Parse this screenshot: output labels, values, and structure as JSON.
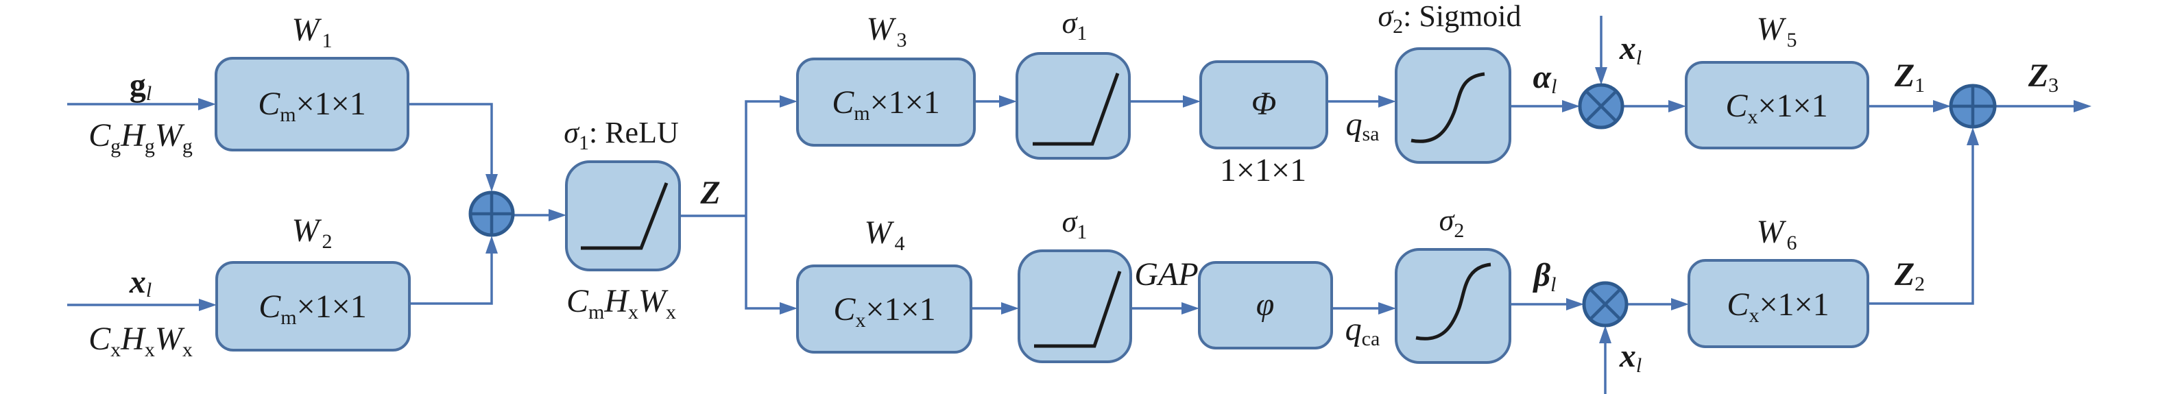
{
  "diagram": {
    "description": "Attention gate block with spatial and channel attention branches",
    "colors": {
      "box_fill": "#b3cfe6",
      "box_stroke": "#4a6fa0",
      "wire": "#4a72b0",
      "node_fill": "#5b8fcb",
      "node_stroke": "#2e5a8e",
      "curve": "#1a1a1a"
    },
    "inputs": {
      "g": {
        "symbol": "g",
        "sub": "l",
        "dims": [
          {
            "main": "C",
            "sub": "g"
          },
          {
            "main": "H",
            "sub": "g"
          },
          {
            "main": "W",
            "sub": "g"
          }
        ]
      },
      "x": {
        "symbol": "x",
        "sub": "l",
        "dims": [
          {
            "main": "C",
            "sub": "x"
          },
          {
            "main": "H",
            "sub": "x"
          },
          {
            "main": "W",
            "sub": "x"
          }
        ]
      }
    },
    "blocks": {
      "w1": {
        "title_main": "W",
        "title_sub": "1",
        "content_main": "C",
        "content_sub": "m",
        "content_rest": "×1×1"
      },
      "w2": {
        "title_main": "W",
        "title_sub": "2",
        "content_main": "C",
        "content_sub": "m",
        "content_rest": "×1×1"
      },
      "w3": {
        "title_main": "W",
        "title_sub": "3",
        "content_main": "C",
        "content_sub": "m",
        "content_rest": "×1×1"
      },
      "w4": {
        "title_main": "W",
        "title_sub": "4",
        "content_main": "C",
        "content_sub": "x",
        "content_rest": "×1×1"
      },
      "w5": {
        "title_main": "W",
        "title_sub": "5",
        "content_main": "C",
        "content_sub": "x",
        "content_rest": "×1×1"
      },
      "w6": {
        "title_main": "W",
        "title_sub": "6",
        "content_main": "C",
        "content_sub": "x",
        "content_rest": "×1×1"
      },
      "relu_main": {
        "title_main": "σ",
        "title_sub": "1",
        "title_rest": ": ReLU",
        "dims": [
          {
            "main": "C",
            "sub": "m"
          },
          {
            "main": "H",
            "sub": "x"
          },
          {
            "main": "W",
            "sub": "x"
          }
        ]
      },
      "relu_top": {
        "title_main": "σ",
        "title_sub": "1"
      },
      "relu_bottom": {
        "title_main": "σ",
        "title_sub": "1"
      },
      "phi": {
        "content": "Φ",
        "below": "1×1×1"
      },
      "varphi": {
        "content": "φ"
      },
      "sigmoid_top": {
        "title_main": "σ",
        "title_sub": "2",
        "title_rest": ": Sigmoid"
      },
      "sigmoid_bottom": {
        "title_main": "σ",
        "title_sub": "2"
      }
    },
    "edge_labels": {
      "z": "Z",
      "gap": "GAP",
      "q_sa": {
        "main": "q",
        "sub": "sa"
      },
      "q_ca": {
        "main": "q",
        "sub": "ca"
      },
      "alpha": {
        "main": "α",
        "sub": "l"
      },
      "beta": {
        "main": "β",
        "sub": "l"
      },
      "x_top": {
        "main": "x",
        "sub": "l"
      },
      "x_bottom": {
        "main": "x",
        "sub": "l"
      },
      "z1": {
        "main": "Z",
        "sub": "1"
      },
      "z2": {
        "main": "Z",
        "sub": "2"
      },
      "z3": {
        "main": "Z",
        "sub": "3"
      }
    },
    "operators": {
      "add": "element-wise addition",
      "mul": "element-wise multiplication"
    }
  }
}
